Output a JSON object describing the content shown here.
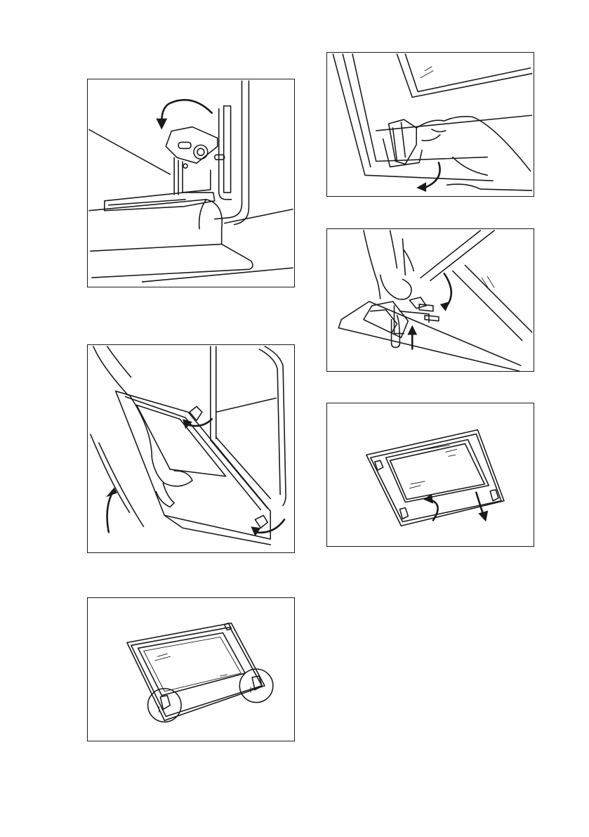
{
  "figures": [
    {
      "id": "hinge-lever",
      "icon": "hinge-lever-rotate-illustration"
    },
    {
      "id": "door-lift",
      "icon": "lift-door-off-hinges-illustration"
    },
    {
      "id": "door-flat-hinges",
      "icon": "door-on-flat-surface-illustration"
    },
    {
      "id": "release-clip",
      "icon": "release-hinge-clip-illustration"
    },
    {
      "id": "push-clip",
      "icon": "push-clip-upward-illustration"
    },
    {
      "id": "remove-panel",
      "icon": "pull-glass-panel-out-illustration"
    }
  ]
}
